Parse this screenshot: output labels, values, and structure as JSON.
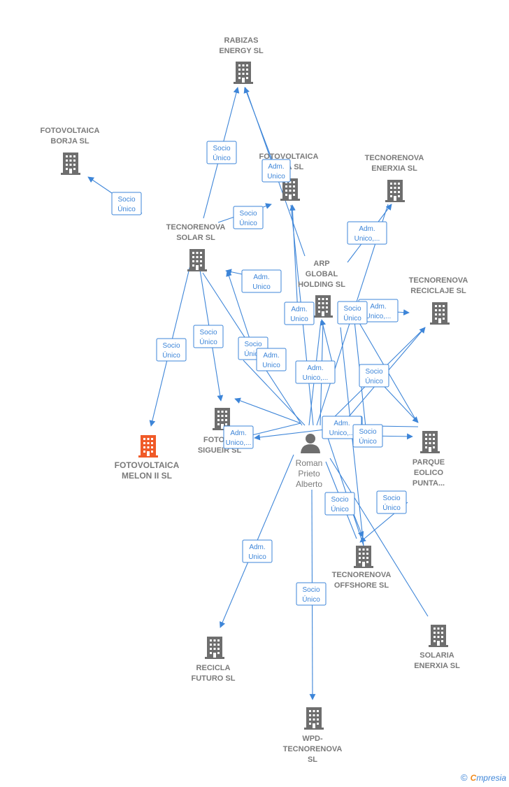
{
  "nodes": [
    {
      "id": "rabizas",
      "label": [
        "RABIZAS",
        "ENERGY  SL"
      ],
      "highlight": false
    },
    {
      "id": "borja",
      "label": [
        "FOTOVOLTAICA",
        "BORJA  SL"
      ],
      "highlight": false
    },
    {
      "id": "fotovsa",
      "label": [
        "FOTOVOLTAICA",
        "A          SA  SL"
      ],
      "highlight": false
    },
    {
      "id": "enerxia",
      "label": [
        "TECNORENOVA",
        "ENERXIA  SL"
      ],
      "highlight": false
    },
    {
      "id": "solar",
      "label": [
        "TECNORENOVA",
        "SOLAR  SL"
      ],
      "highlight": false
    },
    {
      "id": "arp",
      "label": [
        "ARP",
        "GLOBAL",
        "HOLDING  SL"
      ],
      "highlight": false
    },
    {
      "id": "reciclaje",
      "label": [
        "TECNORENOVA",
        "RECICLAJE  SL"
      ],
      "highlight": false
    },
    {
      "id": "sigueiro",
      "label": [
        "FOTOVO",
        "SIGUEIR  SL"
      ],
      "highlight": false
    },
    {
      "id": "melon",
      "label": [
        "FOTOVOLTAICA",
        "MELON II  SL"
      ],
      "highlight": true
    },
    {
      "id": "parque",
      "label": [
        "PARQUE",
        "EOLICO",
        "PUNTA..."
      ],
      "highlight": false
    },
    {
      "id": "offshore",
      "label": [
        "TECNORENOVA",
        "OFFSHORE  SL"
      ],
      "highlight": false
    },
    {
      "id": "recicla",
      "label": [
        "RECICLA",
        "FUTURO  SL"
      ],
      "highlight": false
    },
    {
      "id": "solaria",
      "label": [
        "SOLARIA",
        "ENERXIA  SL"
      ],
      "highlight": false
    },
    {
      "id": "wpd",
      "label": [
        "WPD-",
        "TECNORENOVA",
        "SL"
      ],
      "highlight": false
    }
  ],
  "person": {
    "id": "roman",
    "label": [
      "Roman",
      "Prieto",
      "Alberto"
    ]
  },
  "edges": [
    {
      "label": [
        "Socio",
        "Único"
      ]
    },
    {
      "label": [
        "Adm.",
        "Unico"
      ]
    },
    {
      "label": [
        "Socio",
        "Único"
      ]
    },
    {
      "label": [
        "Socio",
        "Único"
      ]
    },
    {
      "label": [
        "Adm.",
        "Unico,..."
      ]
    },
    {
      "label": [
        "Adm.",
        "Unico,..."
      ]
    },
    {
      "label": [
        "Socio",
        "Único"
      ]
    },
    {
      "label": [
        "Socio",
        "Único"
      ]
    },
    {
      "label": [
        "Socio",
        "Único"
      ]
    },
    {
      "label": [
        "Adm.",
        "Unico"
      ]
    },
    {
      "label": [
        "Socio",
        "Único"
      ]
    },
    {
      "label": [
        "Adm.",
        "Unico,..."
      ]
    },
    {
      "label": [
        "Adm.",
        "Unico"
      ]
    },
    {
      "label": [
        "Adm.",
        "Unico,..."
      ]
    },
    {
      "label": [
        "Socio",
        "Único"
      ]
    },
    {
      "label": [
        "Adm.",
        "Unico"
      ]
    },
    {
      "label": [
        "Adm.",
        "Unico,..."
      ]
    },
    {
      "label": [
        "Socio",
        "Único"
      ]
    },
    {
      "label": [
        "Socio",
        "Único"
      ]
    },
    {
      "label": [
        "Socio",
        "Único"
      ]
    },
    {
      "label": [
        "Adm.",
        "Unico,..."
      ]
    },
    {
      "label": [
        "Adm.",
        "Unico"
      ]
    },
    {
      "label": [
        "Socio",
        "Único"
      ]
    }
  ],
  "footer": {
    "copyright": "©",
    "brand_first": "C",
    "brand_rest": "mpresia"
  },
  "colors": {
    "accent": "#3d85d8",
    "building": "#6e6e6e",
    "highlight": "#f05a28",
    "text": "#7a7a7a"
  }
}
